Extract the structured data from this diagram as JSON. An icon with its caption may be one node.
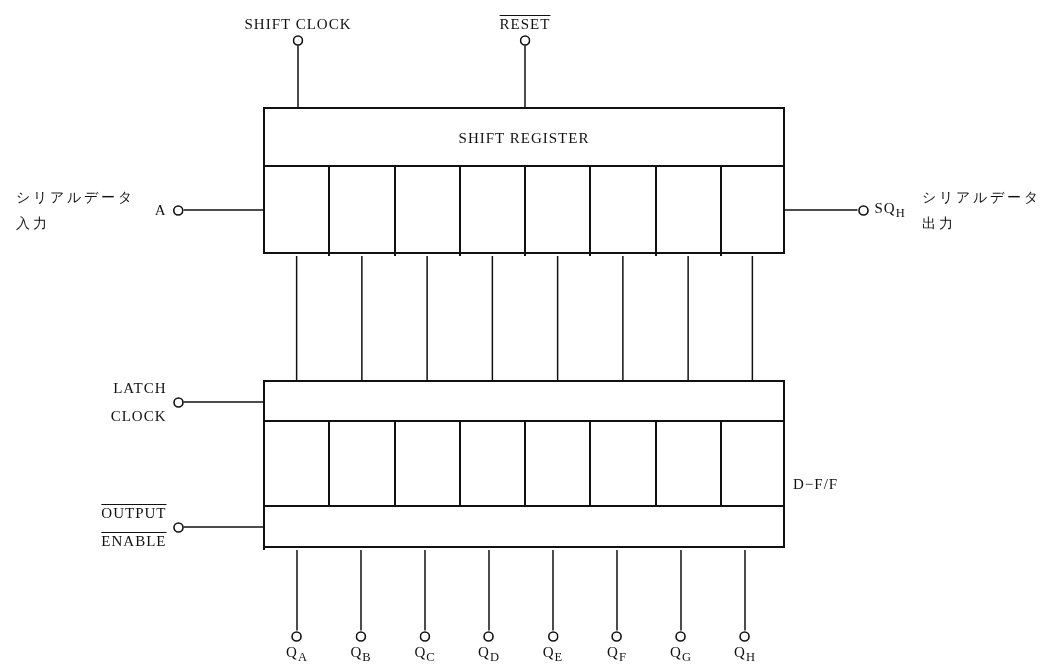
{
  "diagram": {
    "nodes": [
      {
        "text": [
          "SHIFT CLOCK"
        ]
      },
      {
        "text": [
          "RESET"
        ]
      },
      {
        "text": [
          "A"
        ],
        "beside": [
          "シリアルデータ入力"
        ]
      },
      {
        "text": [
          "SHIFT REGISTER"
        ]
      },
      {
        "text": [],
        "shape": "box",
        "in": 3
      },
      {
        "text": [],
        "shape": "box",
        "in": 3
      },
      {
        "text": [],
        "shape": "box",
        "in": 3
      },
      {
        "text": [],
        "shape": "box",
        "in": 3
      },
      {
        "text": [],
        "shape": "box",
        "in": 3
      },
      {
        "text": [],
        "shape": "box",
        "in": 3
      },
      {
        "text": [],
        "shape": "box",
        "in": 3
      },
      {
        "text": [],
        "shape": "box",
        "in": 3
      },
      {
        "text": [
          "SQ$_{H}$"
        ],
        "beside": [
          "シリアルデータ出力"
        ]
      },
      {
        "text": [
          "LATCH CLOCK"
        ]
      },
      {
        "text": [
          "OUTPUT ENABLE"
        ]
      },
      {
        "text": [],
        "shape": "box",
        "beside": [
          "D−F/F"
        ]
      },
      {
        "text": [],
        "shape": "bar",
        "in": 15
      },
      {
        "text": [],
        "shape": "box",
        "in": 15
      },
      {
        "text": [],
        "shape": "box",
        "in": 15
      },
      {
        "text": [],
        "shape": "box",
        "in": 15
      },
      {
        "text": [],
        "shape": "box",
        "in": 15
      },
      {
        "text": [],
        "shape": "box",
        "in": 15
      },
      {
        "text": [],
        "shape": "box",
        "in": 15
      },
      {
        "text": [],
        "shape": "box",
        "in": 15
      },
      {
        "text": [],
        "shape": "box",
        "in": 15
      },
      {
        "text": [],
        "shape": "bar",
        "in": 15
      },
      {
        "text": [
          "Q$_{A}$"
        ]
      },
      {
        "text": [
          "Q$_{B}$"
        ]
      },
      {
        "text": [
          "Q$_{C}$"
        ]
      },
      {
        "text": [
          "Q$_{D}$"
        ]
      },
      {
        "text": [
          "Q$_{E}$"
        ]
      },
      {
        "text": [
          "Q$_{F}$"
        ]
      },
      {
        "text": [
          "Q$_{G}$"
        ]
      },
      {
        "text": [
          "Q$_{H}$"
        ]
      }
    ],
    "edges": [
      {
        "from": 0,
        "to": 3,
        "arrow": "none"
      },
      {
        "from": 1,
        "to": 3,
        "arrow": "none"
      },
      {
        "from": 2,
        "to": 4,
        "arrow": "none"
      },
      {
        "from": 11,
        "to": 12,
        "arrow": "none"
      },
      {
        "from": 4,
        "to": 16,
        "arrow": "none"
      },
      {
        "from": 5,
        "to": 16,
        "arrow": "none"
      },
      {
        "from": 6,
        "to": 16,
        "arrow": "none"
      },
      {
        "from": 7,
        "to": 16,
        "arrow": "none"
      },
      {
        "from": 8,
        "to": 16,
        "arrow": "none"
      },
      {
        "from": 9,
        "to": 16,
        "arrow": "none"
      },
      {
        "from": 10,
        "to": 16,
        "arrow": "none"
      },
      {
        "from": 11,
        "to": 16,
        "arrow": "none"
      },
      {
        "from": 13,
        "to": 16,
        "arrow": "none"
      },
      {
        "from": 14,
        "to": 25,
        "arrow": "none"
      },
      {
        "from": 25,
        "to": 26,
        "arrow": "none"
      },
      {
        "from": 25,
        "to": 27,
        "arrow": "none"
      },
      {
        "from": 25,
        "to": 28,
        "arrow": "none"
      },
      {
        "from": 25,
        "to": 29,
        "arrow": "none"
      },
      {
        "from": 25,
        "to": 30,
        "arrow": "none"
      },
      {
        "from": 25,
        "to": 31,
        "arrow": "none"
      },
      {
        "from": 25,
        "to": 32,
        "arrow": "none"
      },
      {
        "from": 25,
        "to": 33,
        "arrow": "none"
      }
    ]
  }
}
